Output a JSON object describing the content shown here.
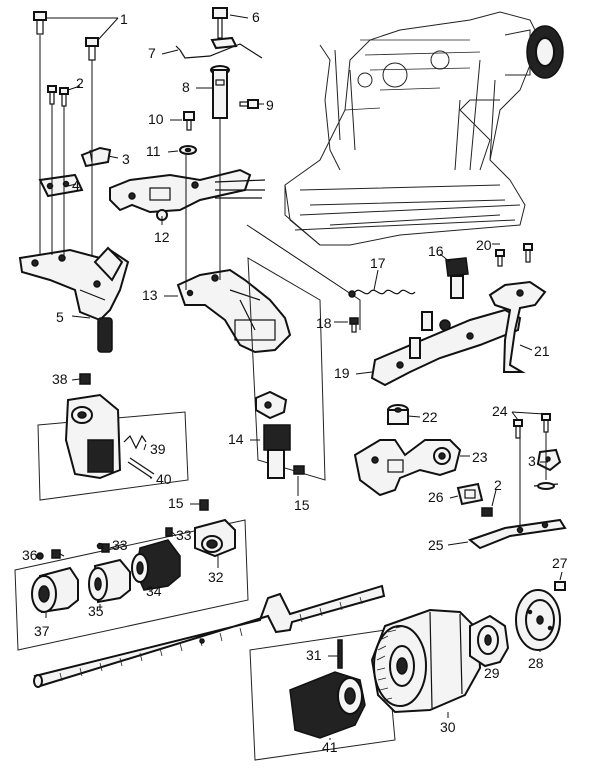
{
  "callouts": [
    "1",
    "2",
    "3",
    "4",
    "5",
    "6",
    "7",
    "8",
    "9",
    "10",
    "11",
    "12",
    "13",
    "14",
    "15",
    "15",
    "16",
    "17",
    "18",
    "19",
    "20",
    "21",
    "22",
    "23",
    "24",
    "25",
    "26",
    "2",
    "3",
    "27",
    "28",
    "29",
    "30",
    "31",
    "32",
    "33",
    "33",
    "34",
    "35",
    "36",
    "37",
    "38",
    "39",
    "40",
    "41"
  ],
  "colors": {
    "ink": "#111111",
    "paper": "#ffffff",
    "shade": "#f4f4f4"
  }
}
